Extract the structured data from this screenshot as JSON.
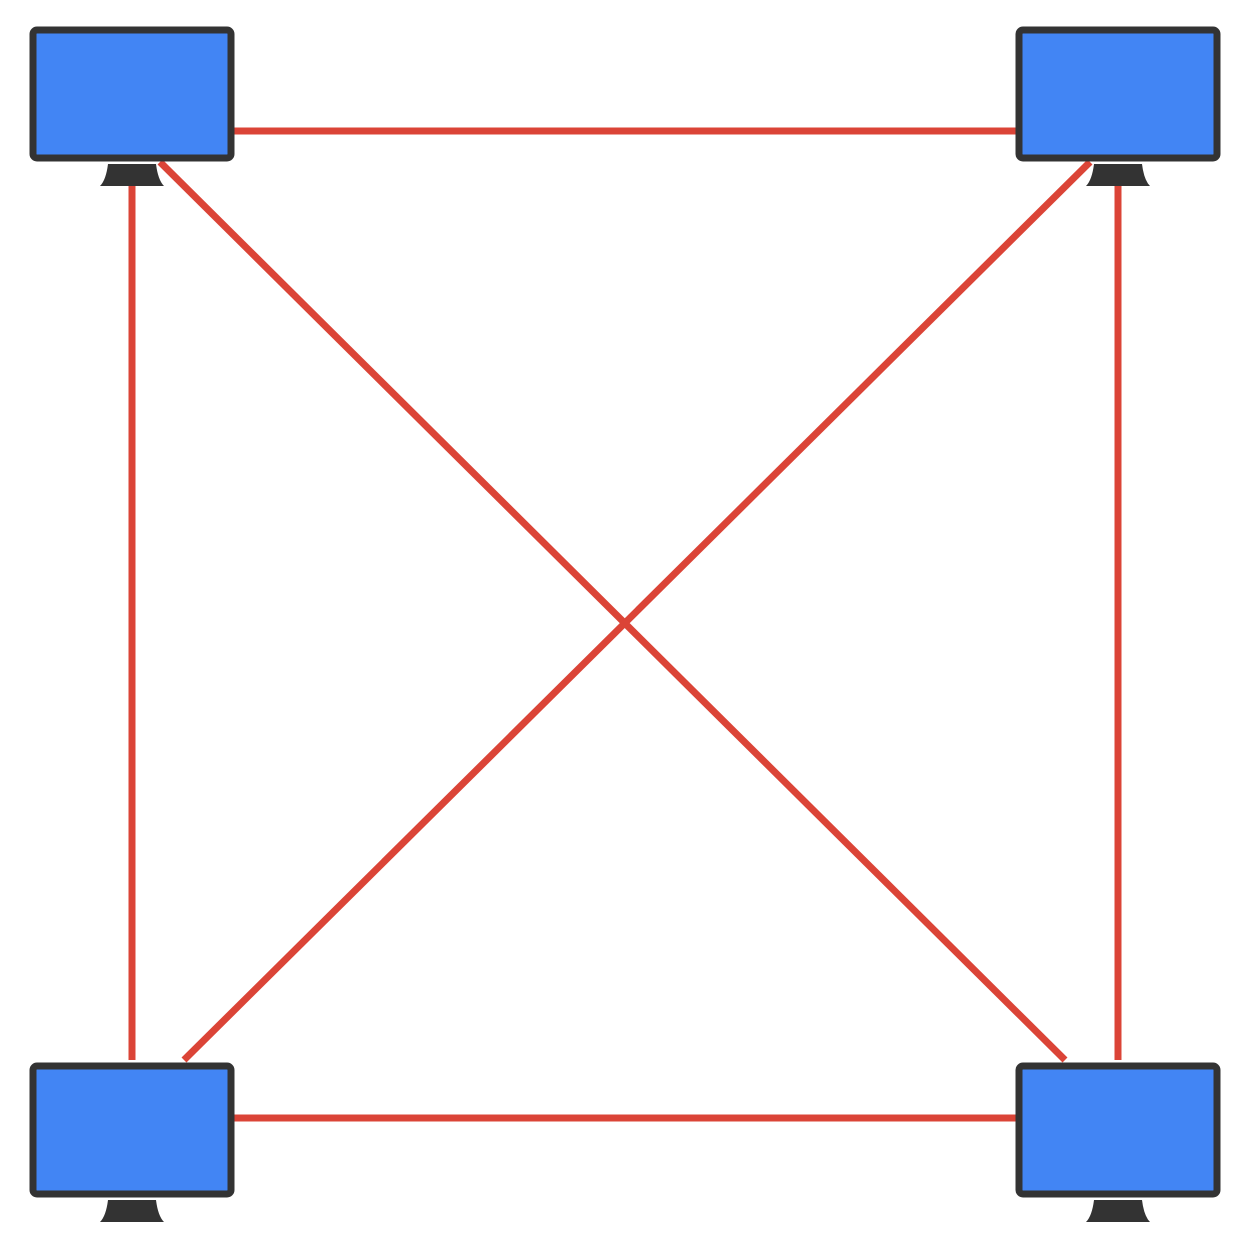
{
  "diagram": {
    "type": "full-mesh-network",
    "colors": {
      "background": "#ffffff",
      "link": "#db4437",
      "screen_fill": "#4285f4",
      "device_outline": "#333333"
    },
    "nodes": [
      {
        "id": "computer-top-left",
        "icon": "monitor-icon"
      },
      {
        "id": "computer-top-right",
        "icon": "monitor-icon"
      },
      {
        "id": "computer-bottom-left",
        "icon": "monitor-icon"
      },
      {
        "id": "computer-bottom-right",
        "icon": "monitor-icon"
      }
    ],
    "links": [
      {
        "from": "computer-top-left",
        "to": "computer-top-right"
      },
      {
        "from": "computer-bottom-left",
        "to": "computer-bottom-right"
      },
      {
        "from": "computer-top-left",
        "to": "computer-bottom-left"
      },
      {
        "from": "computer-top-right",
        "to": "computer-bottom-right"
      },
      {
        "from": "computer-top-left",
        "to": "computer-bottom-right"
      },
      {
        "from": "computer-top-right",
        "to": "computer-bottom-left"
      }
    ]
  }
}
